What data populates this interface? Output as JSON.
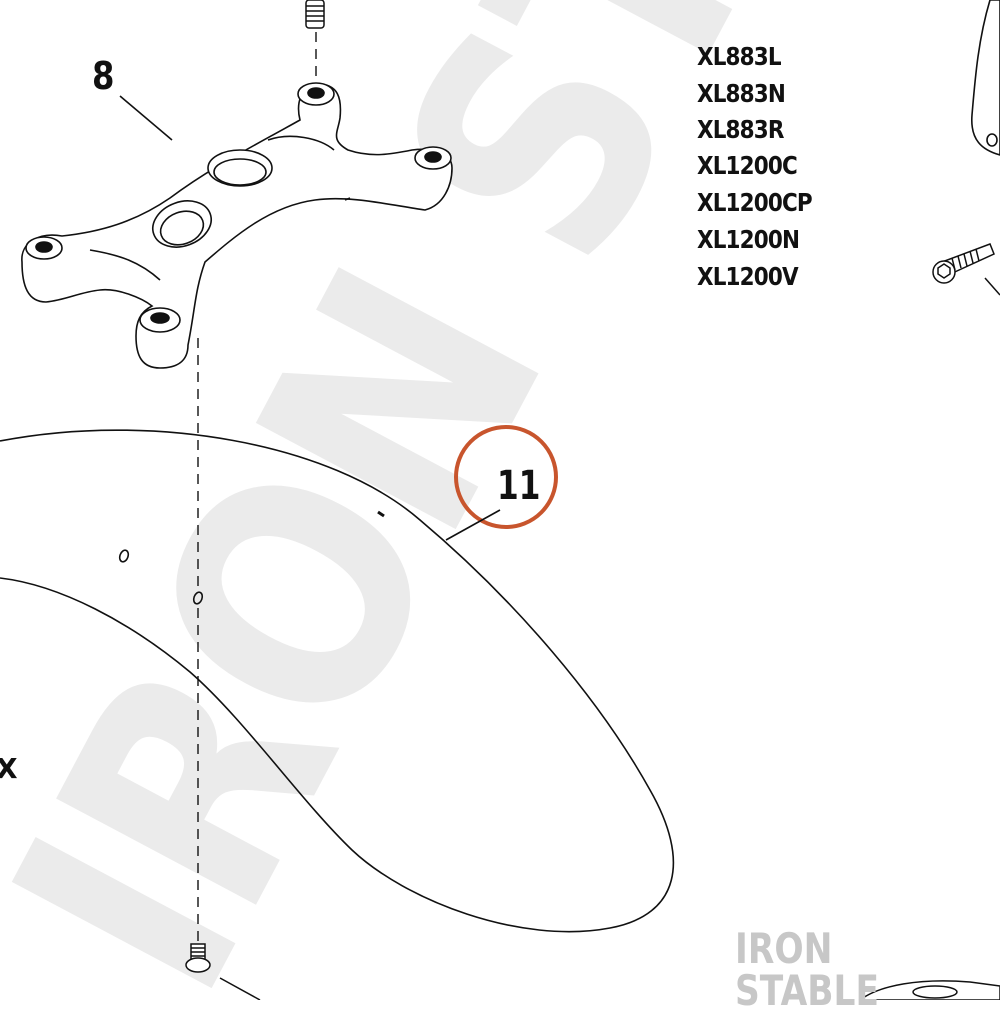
{
  "watermark": {
    "text": "IRON STA",
    "color": "#e9e9e9"
  },
  "brand_label": {
    "text": "IRON STABLE",
    "color": "#c7c7c7"
  },
  "models": [
    "XL883L",
    "XL883N",
    "XL883R",
    "XL1200C",
    "XL1200CP",
    "XL1200N",
    "XL1200V"
  ],
  "callouts": [
    {
      "id": "8",
      "text": "8",
      "target": "top-clamp"
    },
    {
      "id": "11",
      "text": "11",
      "target": "front-fender",
      "highlighted": true,
      "highlight_color": "#c8552d"
    }
  ],
  "edge_fragment": "X",
  "icons": [
    "fender",
    "top-clamp",
    "stud",
    "bolt",
    "socket-screw",
    "bracket"
  ]
}
